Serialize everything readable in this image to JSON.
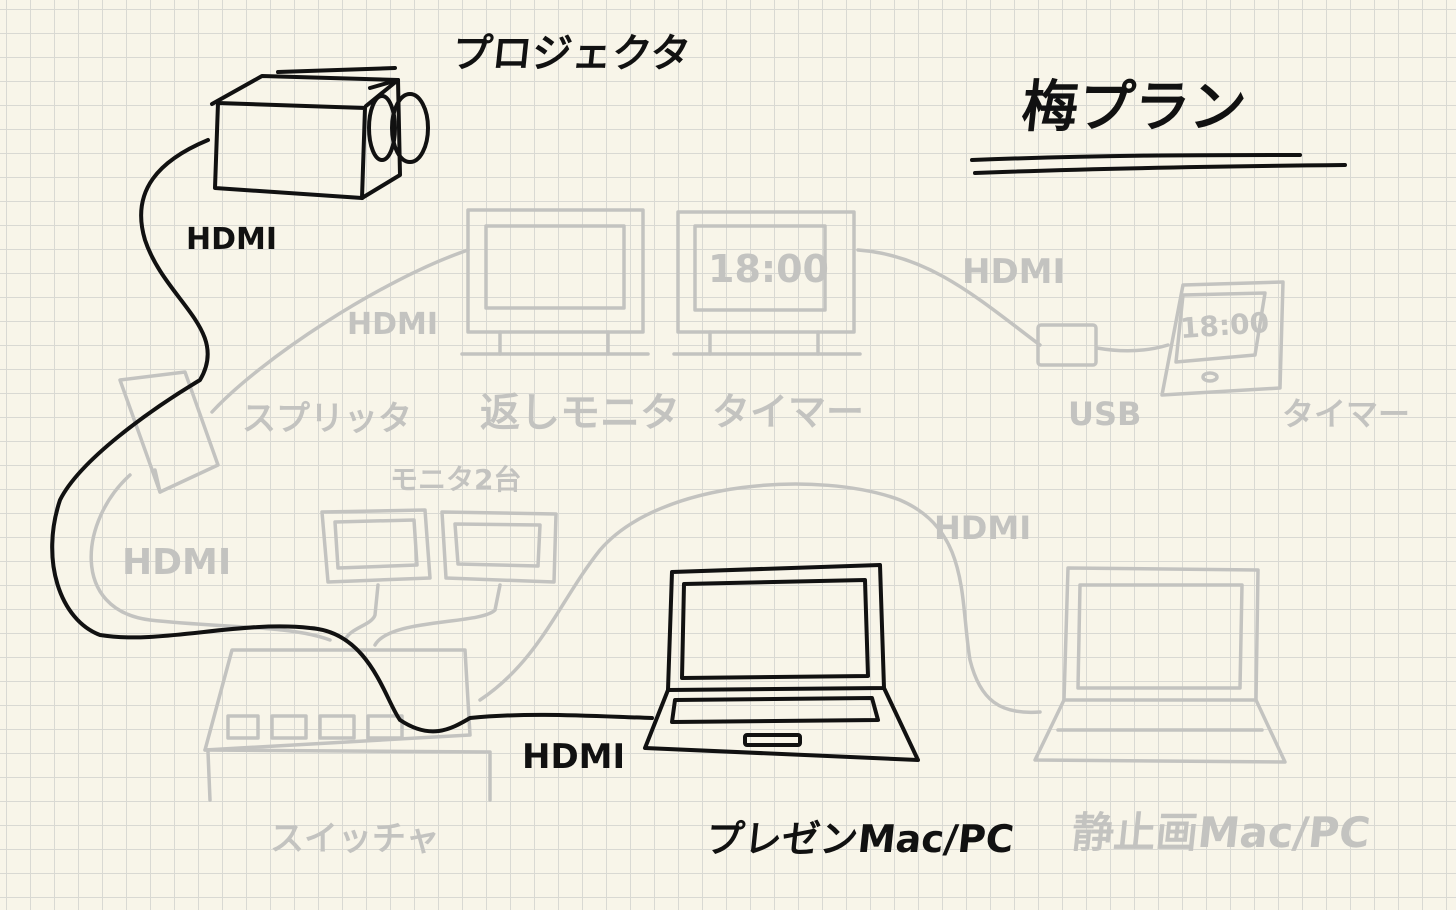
{
  "title": "梅プラン",
  "devices": {
    "projector": "プロジェクタ",
    "splitter": "スプリッタ",
    "return_monitor": "返しモニタ",
    "timer_monitor": "タイマー",
    "timer_screen": "18:00",
    "usb": "USB",
    "tablet_timer": "タイマー",
    "tablet_screen": "18:00",
    "monitor_pair": "モニタ2台",
    "switcher": "スイッチャ",
    "presenter_pc": "プレゼンMac/PC",
    "still_pc": "静止画Mac/PC"
  },
  "cables": {
    "projector_hdmi": "HDMI",
    "splitter_return_hdmi": "HDMI",
    "timer_usb_hdmi": "HDMI",
    "splitter_switcher_hdmi": "HDMI",
    "still_pc_hdmi": "HDMI",
    "presenter_hdmi": "HDMI"
  },
  "colors": {
    "ink": "#111111",
    "ghost": "#c3c3c0",
    "paper": "#f8f5e9",
    "grid": "#d9d9d3"
  }
}
